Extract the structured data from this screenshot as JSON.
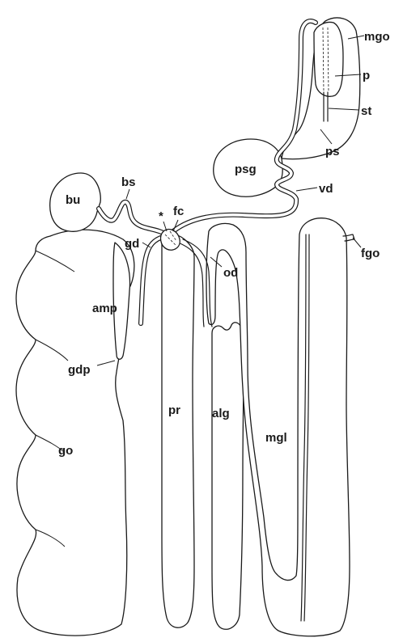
{
  "labels": {
    "mgo": "mgo",
    "p": "p",
    "st": "st",
    "ps": "ps",
    "psg": "psg",
    "vd": "vd",
    "bu": "bu",
    "bs": "bs",
    "fc": "fc",
    "asterisk": "*",
    "gd": "gd",
    "fgo": "fgo",
    "od": "od",
    "amp": "amp",
    "gdp": "gdp",
    "pr": "pr",
    "alg": "alg",
    "mgl": "mgl",
    "go": "go"
  }
}
